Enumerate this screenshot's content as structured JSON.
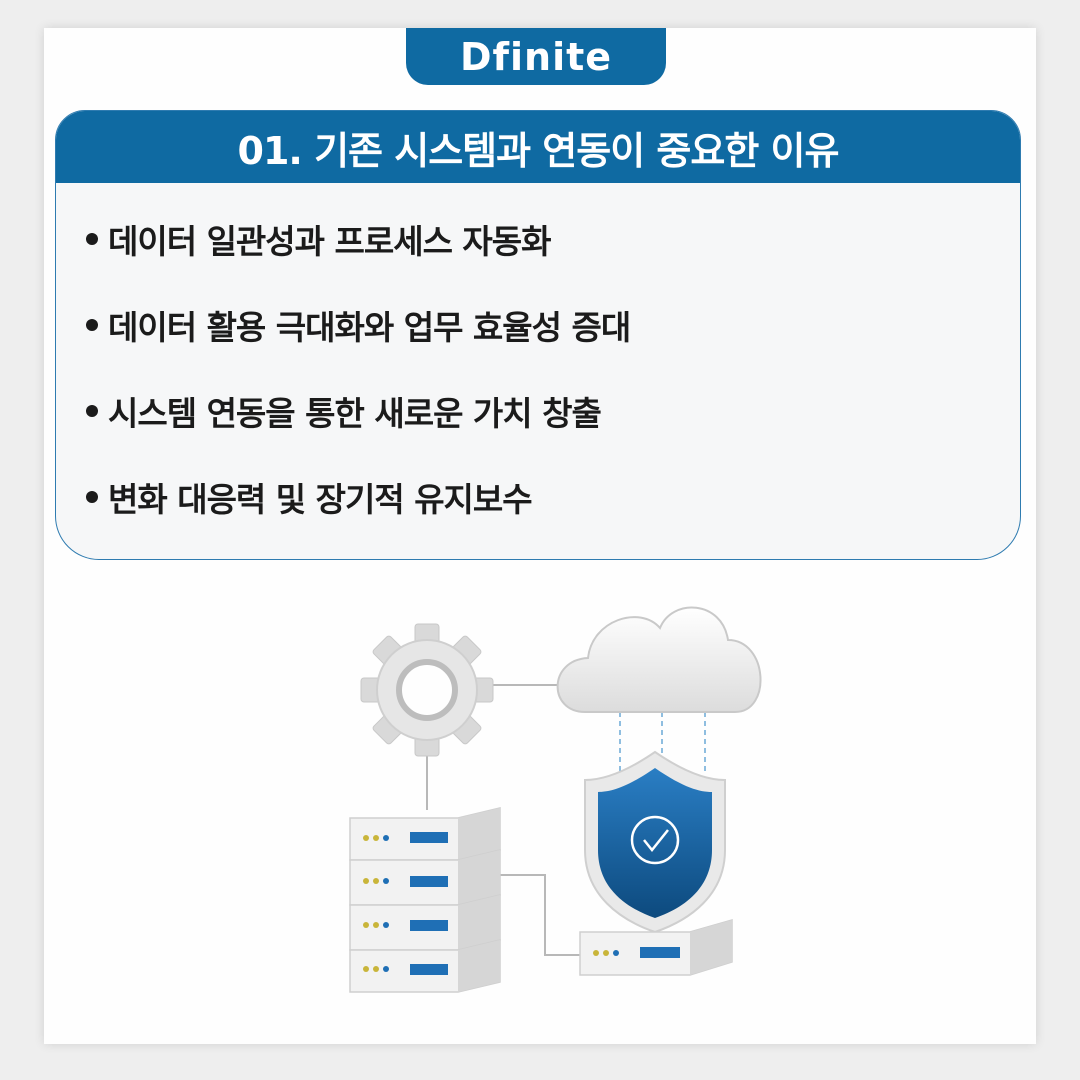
{
  "logo": {
    "text": "Dfinite"
  },
  "header": {
    "title": "01. 기존 시스템과 연동이 중요한 이유"
  },
  "bullets": [
    {
      "text": "데이터 일관성과 프로세스 자동화"
    },
    {
      "text": "데이터 활용 극대화와 업무 효율성 증대"
    },
    {
      "text": "시스템 연동을 통한 새로운 가치 창출"
    },
    {
      "text": "변화 대응력 및 장기적 유지보수"
    }
  ],
  "illustration": {
    "icons": [
      "gear-icon",
      "cloud-icon",
      "shield-check-icon",
      "server-rack-icon",
      "server-unit-icon"
    ],
    "colors": {
      "brand": "#0f6aa2",
      "shield": "#1b5f9a",
      "server": "#f2f2f2",
      "led_yellow": "#c9b53a",
      "led_blue": "#1f6fb5"
    }
  }
}
